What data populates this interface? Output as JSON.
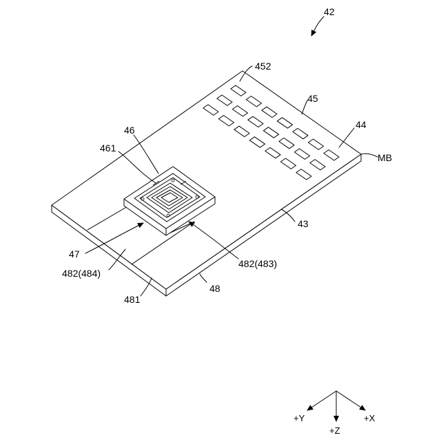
{
  "labels": {
    "assembly": "42",
    "pad_top": "452",
    "pad_group": "45",
    "pad_right": "44",
    "board_edge": "MB",
    "chip": "46",
    "chip_inner": "461",
    "substrate": "43",
    "package": "47",
    "region_left": "482(484)",
    "region_right": "482(483)",
    "corner": "481",
    "base": "48"
  },
  "axes": {
    "y": "+Y",
    "z": "+Z",
    "x": "+X"
  },
  "pad_grid": {
    "rows": 3,
    "columns": 7
  }
}
